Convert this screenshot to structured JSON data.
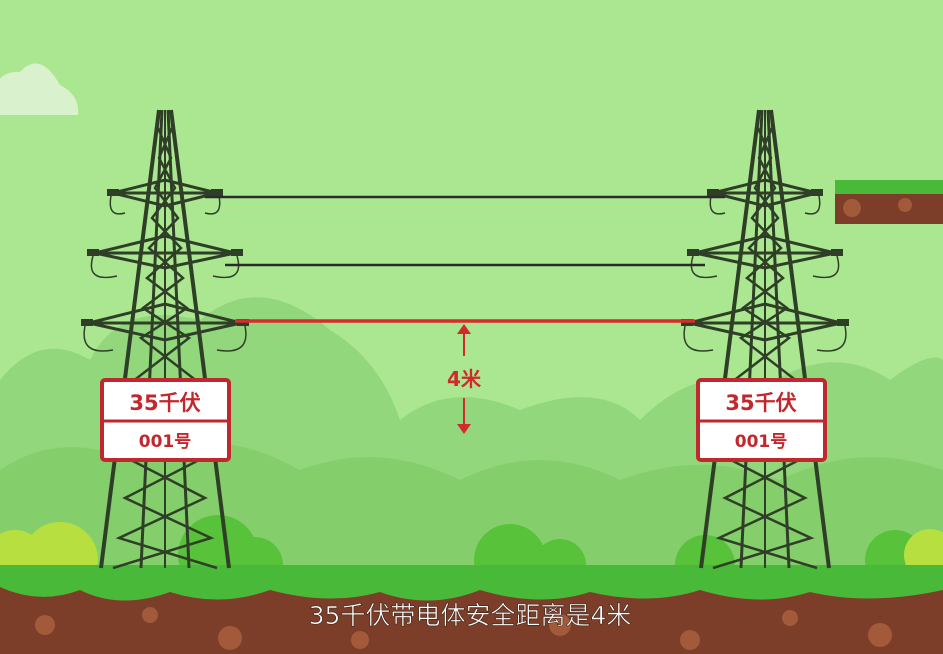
{
  "left_sign": {
    "voltage": "35千伏",
    "number": "001号"
  },
  "right_sign": {
    "voltage": "35千伏",
    "number": "001号"
  },
  "distance_label": "4米",
  "subtitle": "35千伏带电体安全距离是4米",
  "colors": {
    "sky": "#abe791",
    "grass": "#49b93a",
    "soil": "#7c3e28",
    "tower": "#2f3f27",
    "wire": "#2b2b2b",
    "danger_wire": "#d92b2b",
    "sign_border": "#c0282d"
  }
}
